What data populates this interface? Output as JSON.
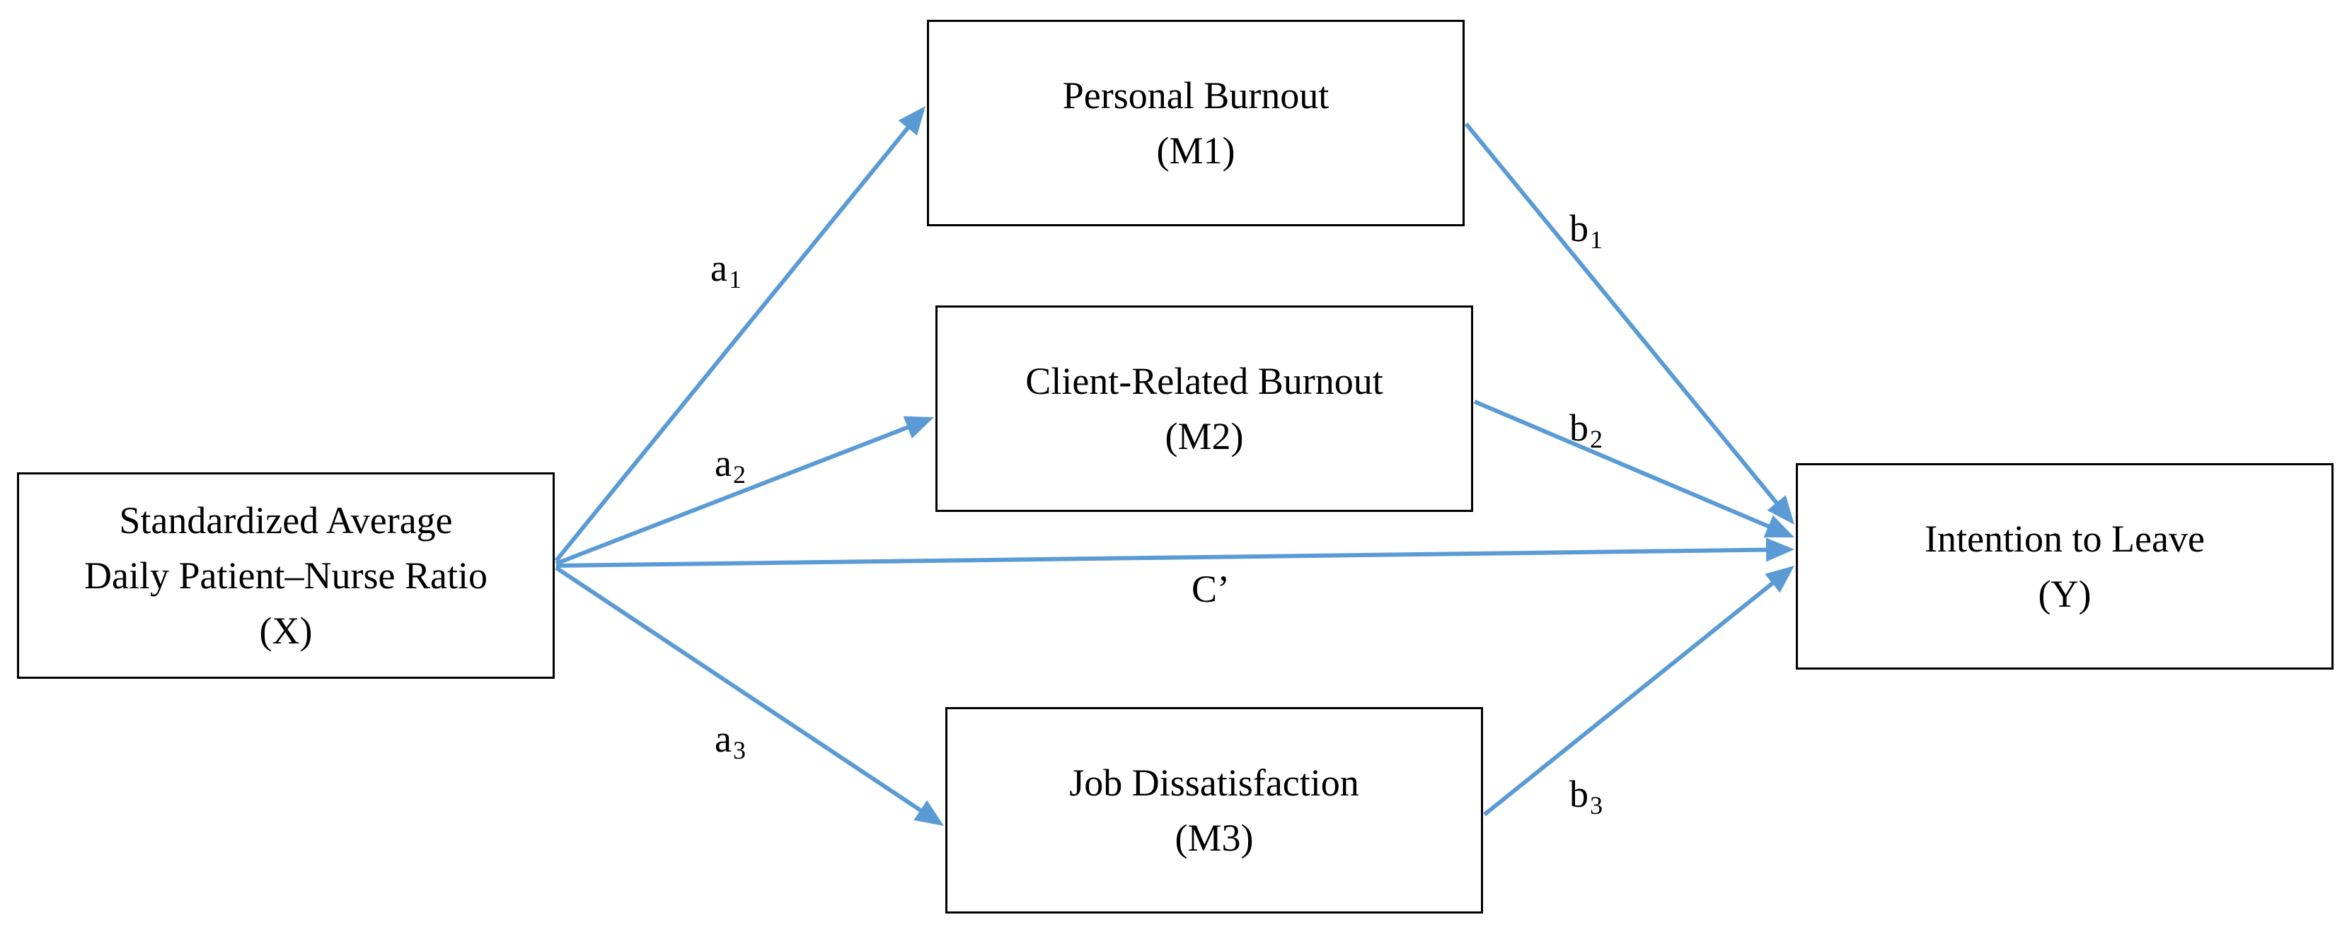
{
  "colors": {
    "arrow": "#5b9bd5",
    "box_border": "#000000",
    "text": "#000000",
    "background": "#ffffff"
  },
  "nodes": {
    "x": {
      "lines": [
        "Standardized Average",
        "Daily Patient–Nurse Ratio",
        "(X)"
      ]
    },
    "m1": {
      "lines": [
        "Personal Burnout",
        "(M1)"
      ]
    },
    "m2": {
      "lines": [
        "Client-Related Burnout",
        "(M2)"
      ]
    },
    "m3": {
      "lines": [
        "Job Dissatisfaction",
        "(M3)"
      ]
    },
    "y": {
      "lines": [
        "Intention to Leave",
        "(Y)"
      ]
    }
  },
  "edges": {
    "a1": {
      "letter": "a",
      "sub": "1",
      "from": "X",
      "to": "M1"
    },
    "a2": {
      "letter": "a",
      "sub": "2",
      "from": "X",
      "to": "M2"
    },
    "a3": {
      "letter": "a",
      "sub": "3",
      "from": "X",
      "to": "M3"
    },
    "b1": {
      "letter": "b",
      "sub": "1",
      "from": "M1",
      "to": "Y"
    },
    "b2": {
      "letter": "b",
      "sub": "2",
      "from": "M2",
      "to": "Y"
    },
    "b3": {
      "letter": "b",
      "sub": "3",
      "from": "M3",
      "to": "Y"
    },
    "c_prime": {
      "letter": "C’",
      "sub": "",
      "from": "X",
      "to": "Y"
    }
  }
}
